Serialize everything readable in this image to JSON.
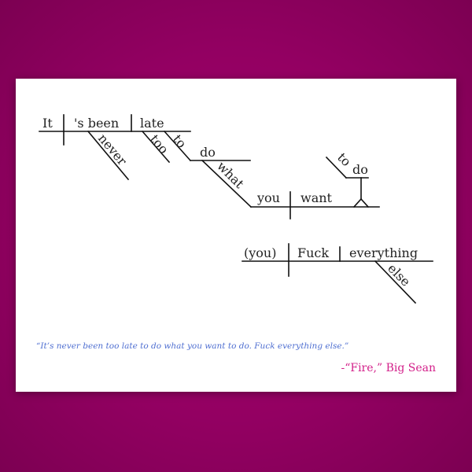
{
  "colors": {
    "background": "#930062",
    "card": "#ffffff",
    "line": "#111111",
    "quote": "#4f6fd1",
    "attribution": "#d3208a"
  },
  "diagram": {
    "subject1": "It",
    "verb1": "'s been",
    "complement1": "late",
    "modifier_never": "never",
    "modifier_too": "too",
    "inf_to": "to",
    "inf_do": "do",
    "clause_what": "what",
    "clause_you": "you",
    "clause_want": "want",
    "object_to": "to",
    "object_do": "do",
    "subject2": "(you)",
    "verb2": "Fuck",
    "object2": "everything",
    "modifier_else": "else"
  },
  "quote": "“It’s never been too late to do what you want to do. Fuck everything else.”",
  "attribution": "-“Fire,” Big Sean"
}
